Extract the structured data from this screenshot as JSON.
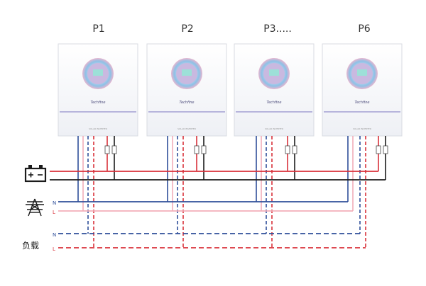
{
  "units": [
    {
      "label": "P1",
      "brand": "Techfine",
      "model": "SOLAR INVERTER"
    },
    {
      "label": "P2",
      "brand": "Techfine",
      "model": "SOLAR INVERTER"
    },
    {
      "label": "P3.....",
      "brand": "Techfine",
      "model": "SOLAR INVERTER"
    },
    {
      "label": "P6",
      "brand": "Techfine",
      "model": "SOLAR INVERTER"
    }
  ],
  "grid_labels": {
    "n": "N",
    "l": "L"
  },
  "load": {
    "label": "负载",
    "n": "N",
    "l": "L"
  },
  "colors": {
    "battery_pos": "#d9313a",
    "battery_neg": "#1b1b1b",
    "grid_n": "#2f4f9a",
    "grid_l": "#f2aeb9",
    "load_n": "#2f4f9a",
    "load_l": "#d9313a"
  }
}
